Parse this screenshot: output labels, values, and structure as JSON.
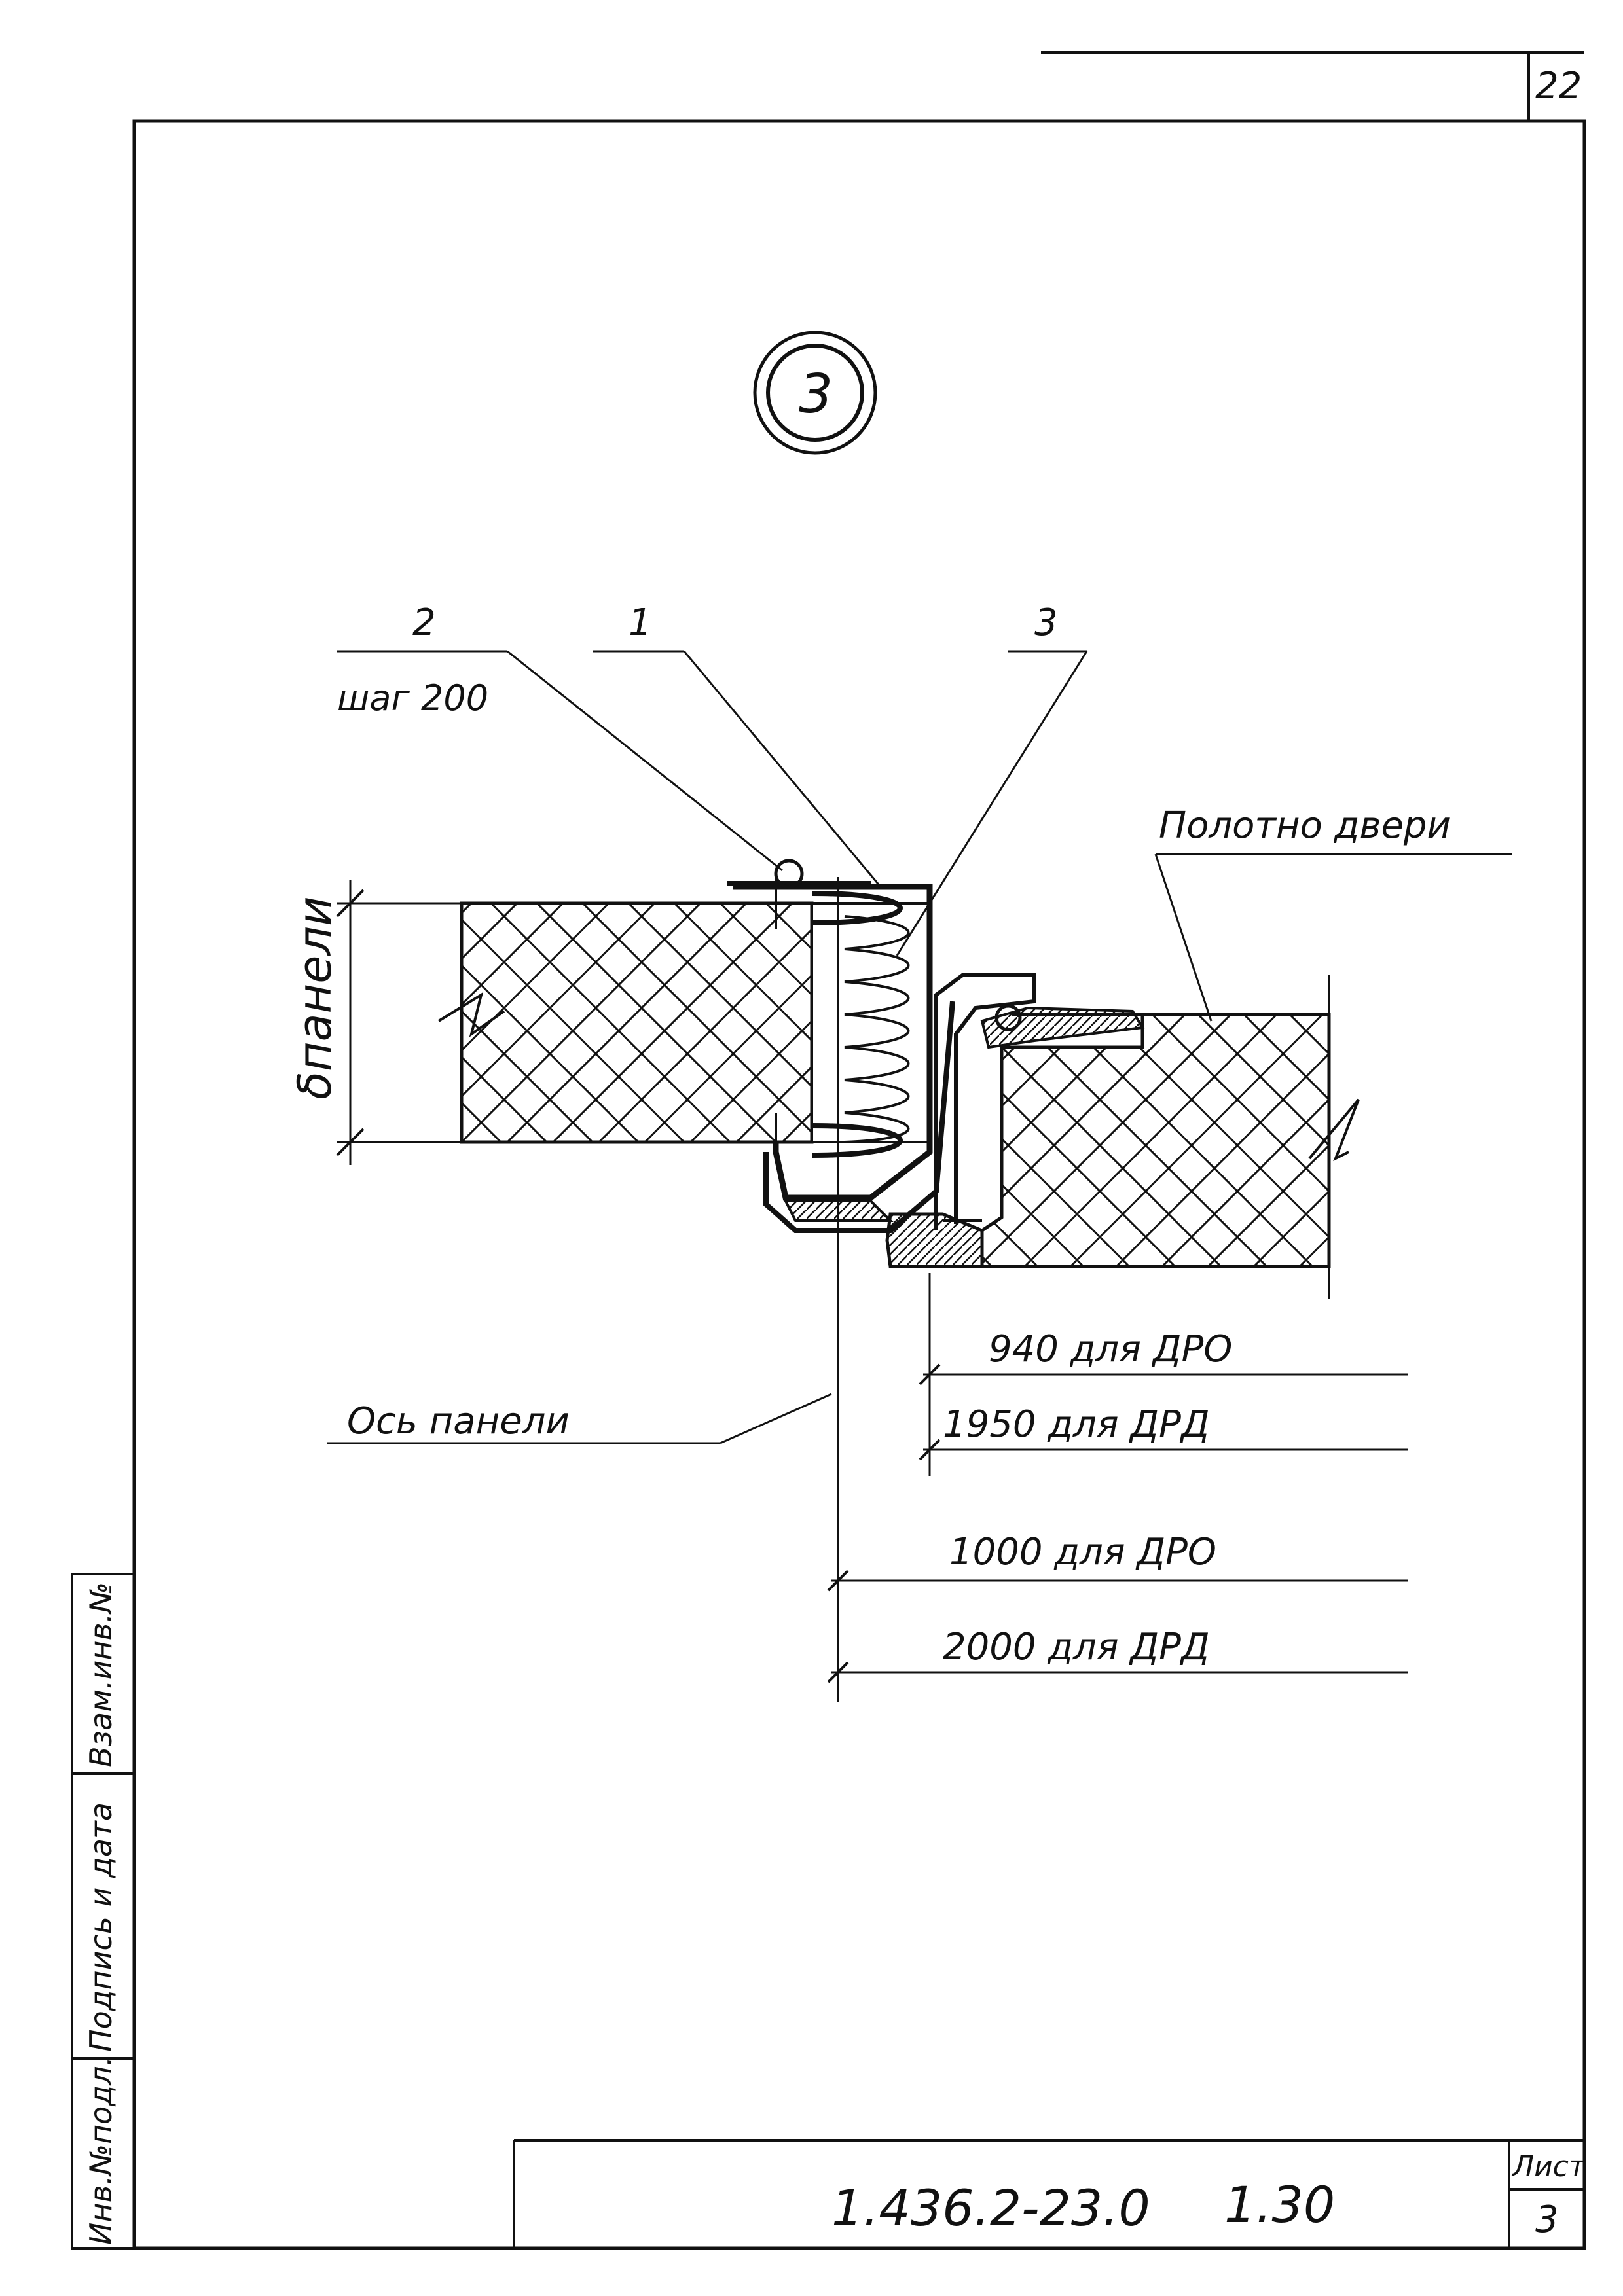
{
  "sheet": {
    "page_number": "22",
    "section_mark": "3",
    "document_code": "1.436.2-23.0",
    "series_code": "1.30",
    "sheet_label": "Лист",
    "sheet_number": "3"
  },
  "callouts": {
    "item_1": "1",
    "item_2": "2",
    "item_2_note": "шаг 200",
    "item_3": "3",
    "door_leaf": "Полотно двери",
    "panel_thickness": "δпанели",
    "panel_axis": "Ось панели"
  },
  "dimensions": {
    "dro_940": "940 для ДРО",
    "drd_1950": "1950 для ДРД",
    "dro_1000": "1000 для ДРО",
    "drd_2000": "2000 для ДРД"
  },
  "side_stamp": {
    "inv_no_orig": "Инв.№подл.",
    "signature_date": "Подпись и дата",
    "replace_inv_no": "Взам.инв.№"
  }
}
